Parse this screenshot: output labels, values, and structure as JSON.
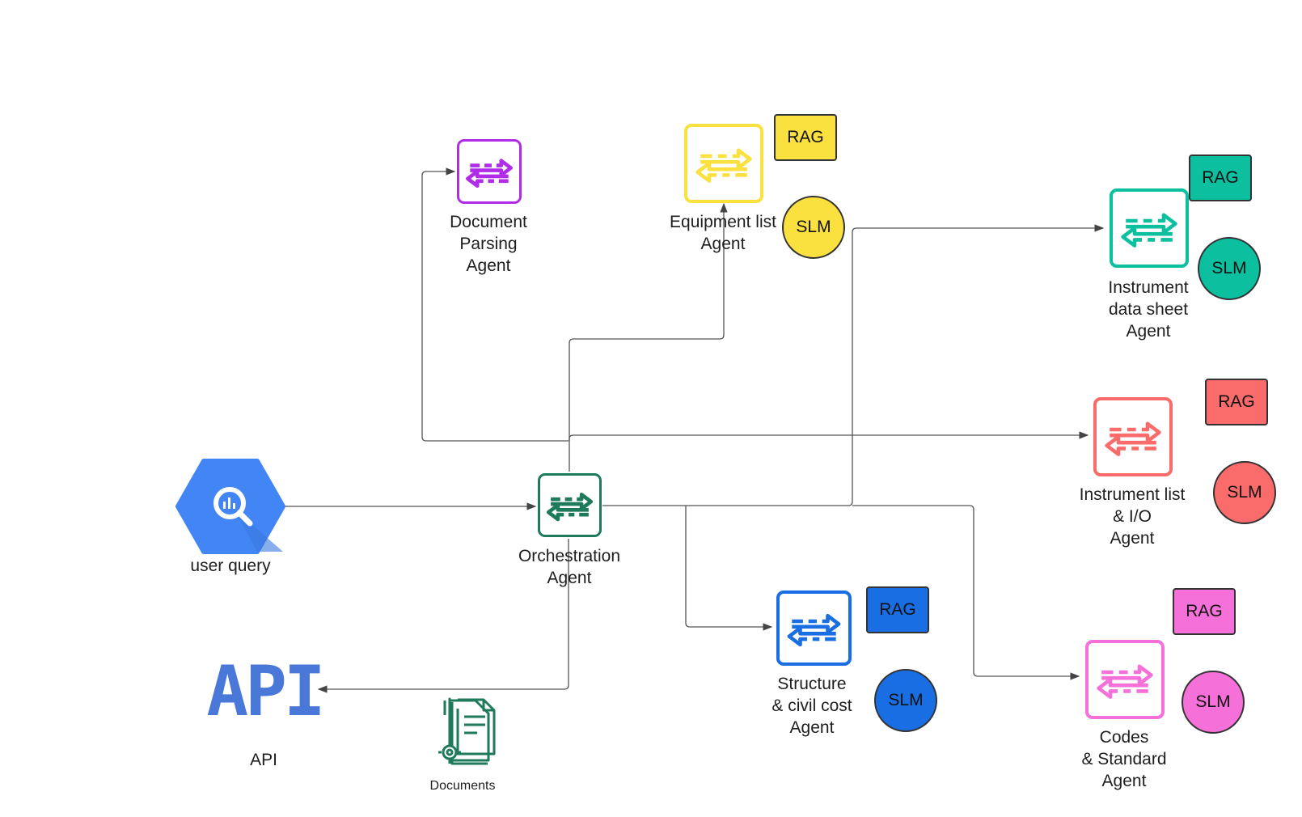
{
  "colors": {
    "purple": "#b02ce8",
    "yellow": "#fbe13f",
    "teal": "#0bbf9f",
    "red": "#fa6b6b",
    "green": "#1e7a5a",
    "blue": "#1a6ee3",
    "pink": "#f570d8",
    "api_blue": "#4a78d8",
    "query_blue": "#4285f4",
    "line": "#555555"
  },
  "nodes": {
    "user_query": {
      "label": "user query",
      "icon": "bigquery-hexagon-icon"
    },
    "api": {
      "label": "API",
      "icon_text": "API",
      "icon": "api-logo-icon"
    },
    "documents": {
      "label": "Documents",
      "icon": "document-gear-icon"
    },
    "orchestration": {
      "label": "Orchestration\nAgent",
      "icon": "exchange-arrows-icon"
    },
    "document_parsing": {
      "label": "Document\nParsing\nAgent",
      "icon": "exchange-arrows-icon"
    },
    "equipment_list": {
      "label": "Equipment list\nAgent",
      "icon": "exchange-arrows-icon",
      "rag": "RAG",
      "slm": "SLM"
    },
    "instrument_datasheet": {
      "label": "Instrument\ndata sheet\nAgent",
      "icon": "exchange-arrows-icon",
      "rag": "RAG",
      "slm": "SLM"
    },
    "instrument_list": {
      "label": "Instrument list\n& I/O\nAgent",
      "icon": "exchange-arrows-icon",
      "rag": "RAG",
      "slm": "SLM"
    },
    "structure_civil": {
      "label": "Structure\n& civil cost\nAgent",
      "icon": "exchange-arrows-icon",
      "rag": "RAG",
      "slm": "SLM"
    },
    "codes_standard": {
      "label": "Codes\n& Standard\nAgent",
      "icon": "exchange-arrows-icon",
      "rag": "RAG",
      "slm": "SLM"
    }
  }
}
